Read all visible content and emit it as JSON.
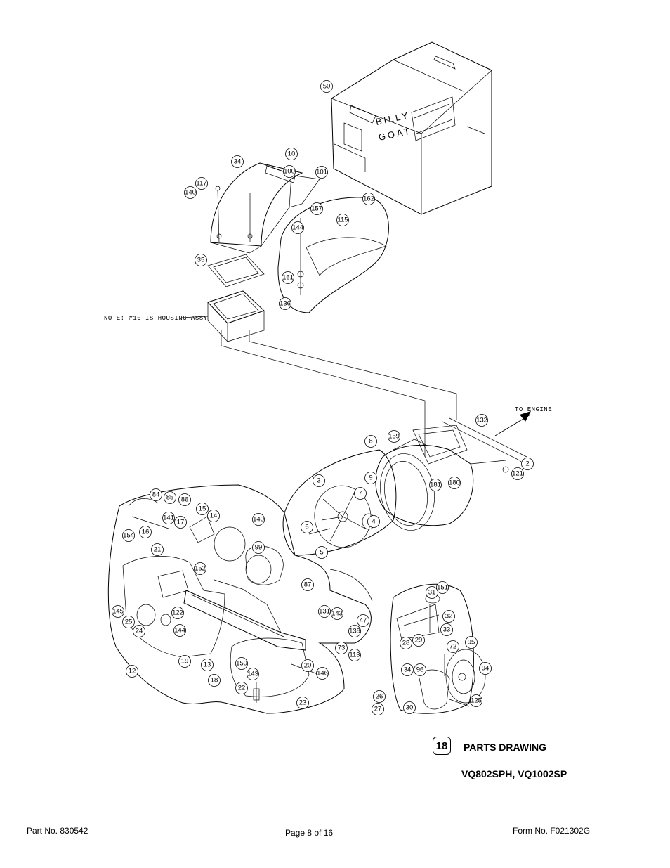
{
  "drawing": {
    "note": "NOTE: #10 IS HOUSING ASSY",
    "direction_label": "TO ENGINE",
    "brand_line1": "BILLY",
    "brand_line2": "GOAT",
    "callouts": [
      "10",
      "100",
      "101",
      "34",
      "117",
      "140",
      "35",
      "157",
      "144",
      "115",
      "162",
      "161",
      "136",
      "50",
      "132",
      "8",
      "159",
      "9",
      "181",
      "180",
      "2",
      "121",
      "3",
      "7",
      "4",
      "6",
      "5",
      "84",
      "85",
      "86",
      "141",
      "16",
      "154",
      "15",
      "14",
      "99",
      "17",
      "140",
      "152",
      "21",
      "145",
      "25",
      "24",
      "122",
      "144",
      "13",
      "19",
      "12",
      "18",
      "22",
      "150",
      "143",
      "20",
      "146",
      "23",
      "87",
      "131",
      "143",
      "47",
      "138",
      "73",
      "113",
      "26",
      "27",
      "28",
      "29",
      "31",
      "151",
      "32",
      "33",
      "72",
      "95",
      "94",
      "96",
      "34",
      "125",
      "30"
    ]
  },
  "section": {
    "number": "18",
    "title": "PARTS DRAWING",
    "models": "VQ802SPH, VQ1002SP"
  },
  "footer": {
    "part_no": "Part No. 830542",
    "page": "Page 8 of 16",
    "form_no": "Form No. F021302G"
  }
}
